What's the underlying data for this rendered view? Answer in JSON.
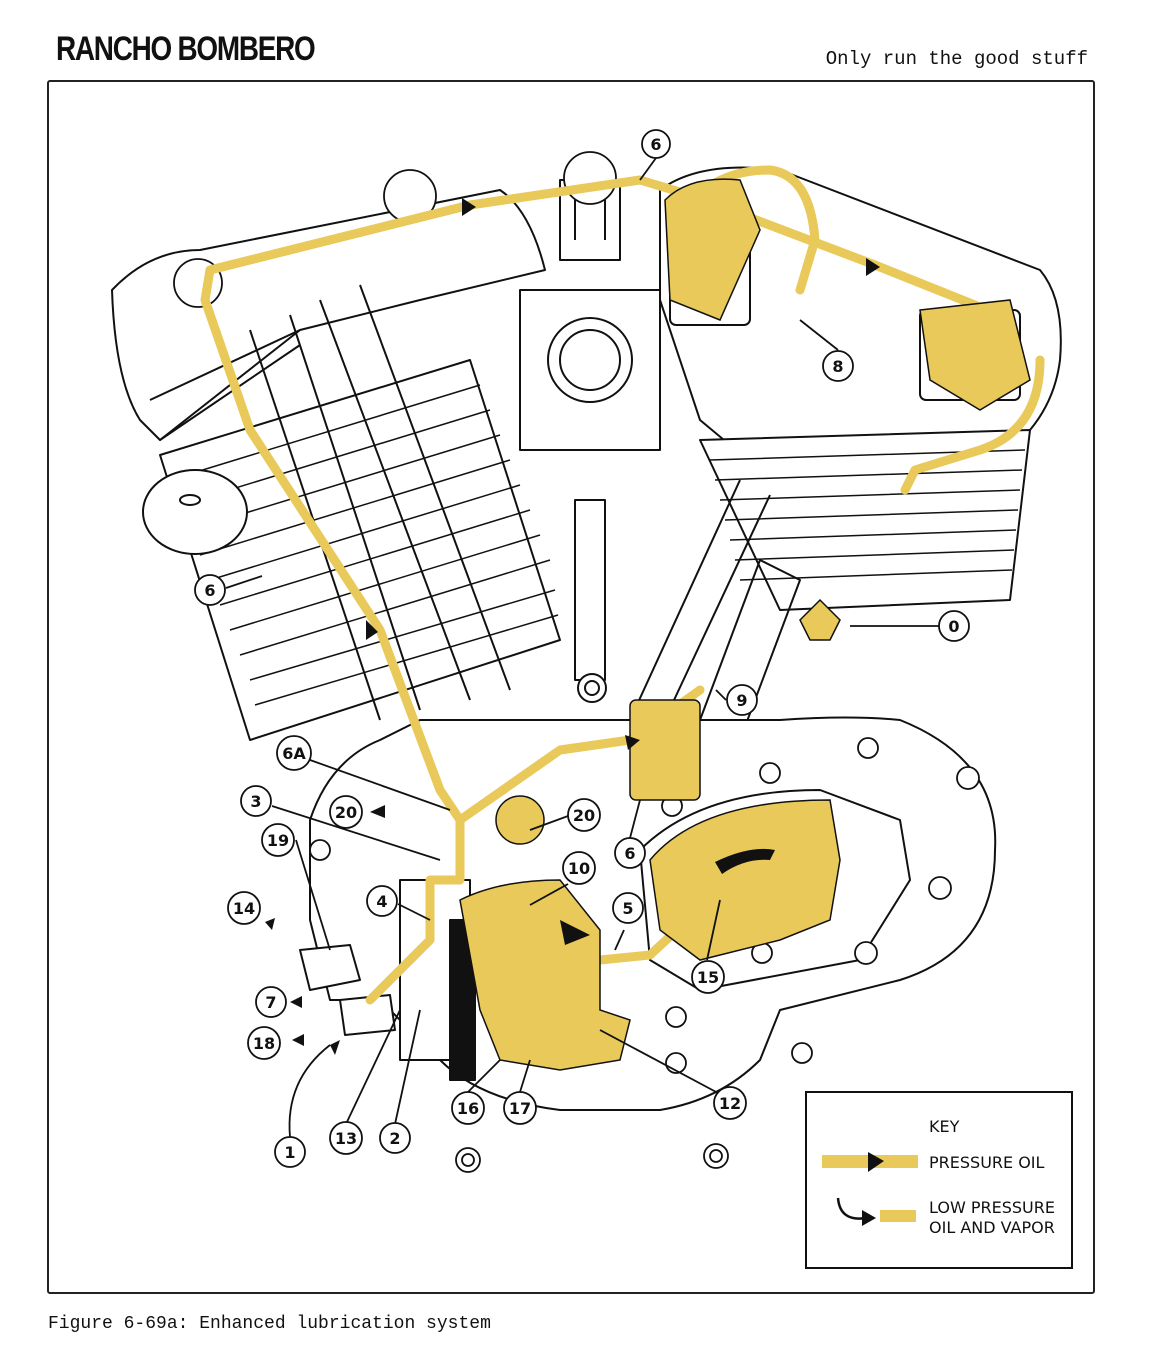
{
  "header": {
    "brand": "RANCHO BOMBERO",
    "tagline": "Only run the good stuff"
  },
  "caption": "Figure 6-69a: Enhanced lubrication system",
  "colors": {
    "pressure_oil": "#e8c95a",
    "low_pressure": "#e8c95a",
    "line": "#111111",
    "background": "#ffffff"
  },
  "key": {
    "title": "KEY",
    "pressure_oil": "PRESSURE OIL",
    "low_pressure_line1": "LOW PRESSURE",
    "low_pressure_line2": "OIL AND VAPOR"
  },
  "callouts": {
    "c1": "1",
    "c2": "2",
    "c3": "3",
    "c4": "4",
    "c5": "5",
    "c6_top": "6",
    "c6_left": "6",
    "c6_mid": "6",
    "c6a": "6A",
    "c7": "7",
    "c8": "8",
    "c9": "9",
    "c10": "10",
    "c12": "12",
    "c13": "13",
    "c14": "14",
    "c15": "15",
    "c16": "16",
    "c17": "17",
    "c18": "18",
    "c19": "19",
    "c20_left": "20",
    "c20_right": "20",
    "c0": "0"
  }
}
